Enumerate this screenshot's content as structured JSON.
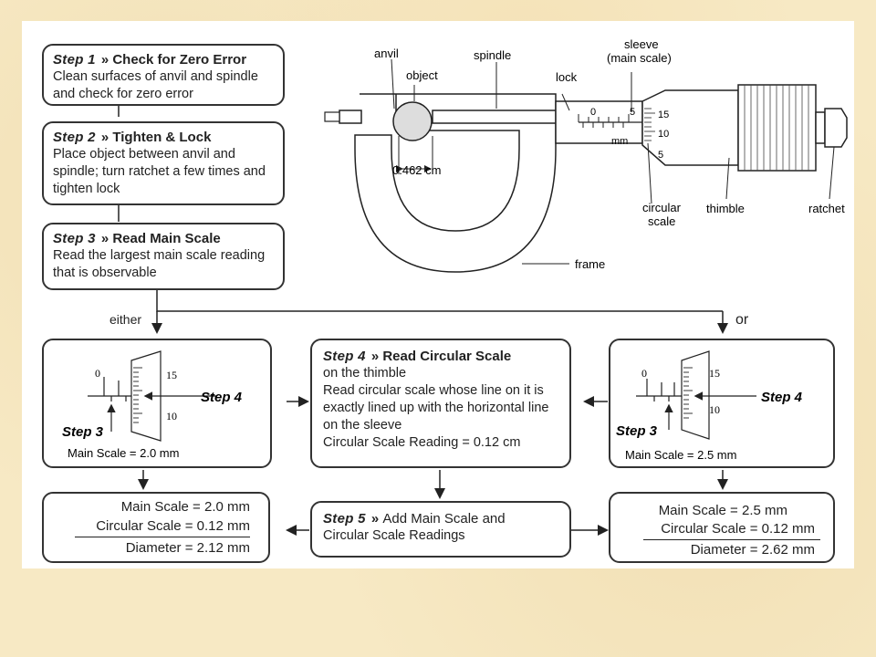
{
  "steps": {
    "step1": {
      "word": "Step 1",
      "arrow": "»",
      "title": "Check for Zero Error",
      "body": "Clean surfaces of anvil and spindle and check for zero error"
    },
    "step2": {
      "word": "Step 2",
      "arrow": "»",
      "title": "Tighten & Lock",
      "body": "Place object between anvil and spindle; turn ratchet a few times and tighten lock"
    },
    "step3": {
      "word": "Step 3",
      "arrow": "»",
      "title": "Read Main Scale",
      "body": "Read the largest main scale reading that is observable"
    },
    "step4": {
      "word": "Step 4",
      "arrow": "»",
      "title": "Read Circular Scale",
      "sub": "on the thimble",
      "body": "Read circular scale whose line on it is exactly lined up with the horizontal line on the sleeve",
      "reading": "Circular Scale Reading = 0.12 cm"
    },
    "step5": {
      "word": "Step 5",
      "arrow": "»",
      "title": "Add Main Scale and",
      "body": "Circular Scale Readings"
    }
  },
  "micrometer": {
    "labels": {
      "anvil": "anvil",
      "object": "object",
      "spindle": "spindle",
      "sleeve": "sleeve",
      "main_scale": "(main scale)",
      "lock": "lock",
      "circular_scale_1": "circular",
      "circular_scale_2": "scale",
      "thimble": "thimble",
      "ratchet": "ratchet",
      "frame": "frame",
      "mm": "mm",
      "object_width": "0.462 cm"
    },
    "sleeve_ticks": [
      "0",
      "5"
    ],
    "thimble_ticks": [
      "15",
      "10",
      "5"
    ]
  },
  "branches": {
    "either": "either",
    "or": "or"
  },
  "left_reading": {
    "ticks": {
      "zero": "0",
      "top": "15",
      "bottom": "10"
    },
    "step4": "Step 4",
    "step3": "Step 3",
    "caption": "Main Scale = 2.0 mm"
  },
  "right_reading": {
    "ticks": {
      "zero": "0",
      "top": "15",
      "bottom": "10"
    },
    "step4": "Step 4",
    "step3": "Step 3",
    "caption": "Main Scale = 2.5 mm"
  },
  "left_result": {
    "main": "Main Scale = 2.0 mm",
    "circular": "Circular Scale = 0.12 mm",
    "diameter": "Diameter = 2.12 mm"
  },
  "right_result": {
    "main": "Main Scale = 2.5 mm",
    "circular": "Circular Scale = 0.12 mm",
    "diameter": "Diameter = 2.62 mm"
  }
}
